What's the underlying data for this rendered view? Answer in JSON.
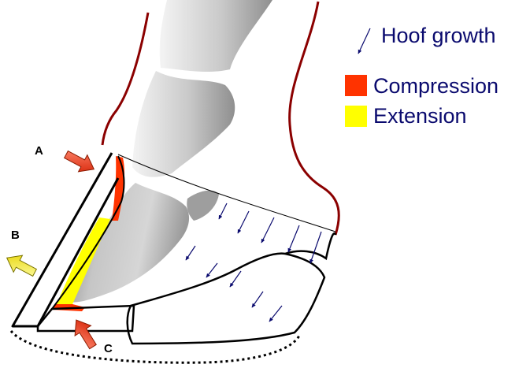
{
  "legend": {
    "growth_label": "Hoof growth",
    "compression_label": "Compression",
    "extension_label": "Extension"
  },
  "callouts": {
    "a": "A",
    "b": "B",
    "c": "C"
  },
  "colors": {
    "compression": "#ff3300",
    "extension": "#ffff00",
    "growth_arrow": "#0a0a6e",
    "skin_outline": "#8b0000",
    "hoof_outline": "#000000",
    "bone_light": "#eeeeee",
    "bone_dark": "#8f8f8f"
  }
}
